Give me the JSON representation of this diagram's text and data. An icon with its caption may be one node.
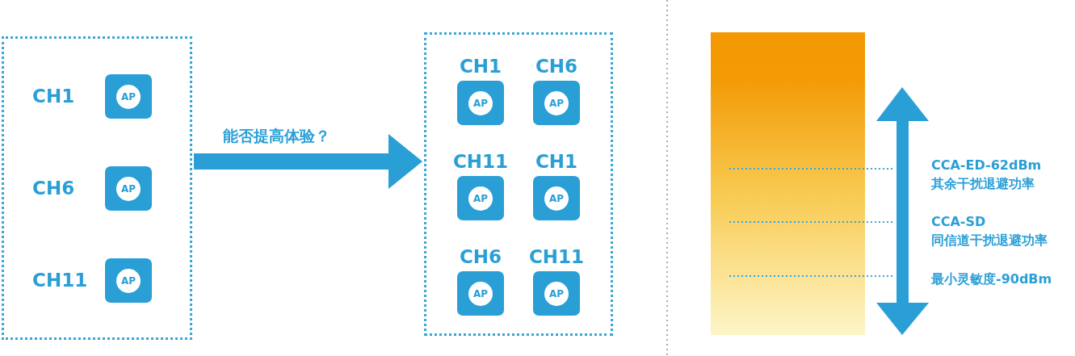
{
  "diagram": {
    "nodes": [
      {
        "text": [],
        "shape": "box"
      },
      {
        "text": [
          "AP"
        ],
        "beside": [
          "CH1"
        ],
        "in": 0
      },
      {
        "text": [
          "AP"
        ],
        "beside": [
          "CH6"
        ],
        "in": 0
      },
      {
        "text": [
          "AP"
        ],
        "beside": [
          "CH11"
        ],
        "in": 0
      },
      {
        "text": [],
        "shape": "box"
      },
      {
        "text": [
          "AP"
        ],
        "beside": [
          "CH1"
        ],
        "in": 4
      },
      {
        "text": [
          "AP"
        ],
        "beside": [
          "CH6"
        ],
        "in": 4
      },
      {
        "text": [
          "AP"
        ],
        "beside": [
          "CH11"
        ],
        "in": 4
      },
      {
        "text": [
          "AP"
        ],
        "beside": [
          "CH1"
        ],
        "in": 4
      },
      {
        "text": [
          "AP"
        ],
        "beside": [
          "CH6"
        ],
        "in": 4
      },
      {
        "text": [
          "AP"
        ],
        "beside": [
          "CH11"
        ],
        "in": 4
      }
    ],
    "edges": [
      {
        "from": 0,
        "to": 4,
        "arrow": "to",
        "label": "能否提高体验？"
      }
    ],
    "labels": [
      "CCA-ED-62dBm",
      "其余干扰退避功率",
      "CCA-SD",
      "同信道干扰退避功率",
      "最小灵敏度-90dBm"
    ]
  }
}
